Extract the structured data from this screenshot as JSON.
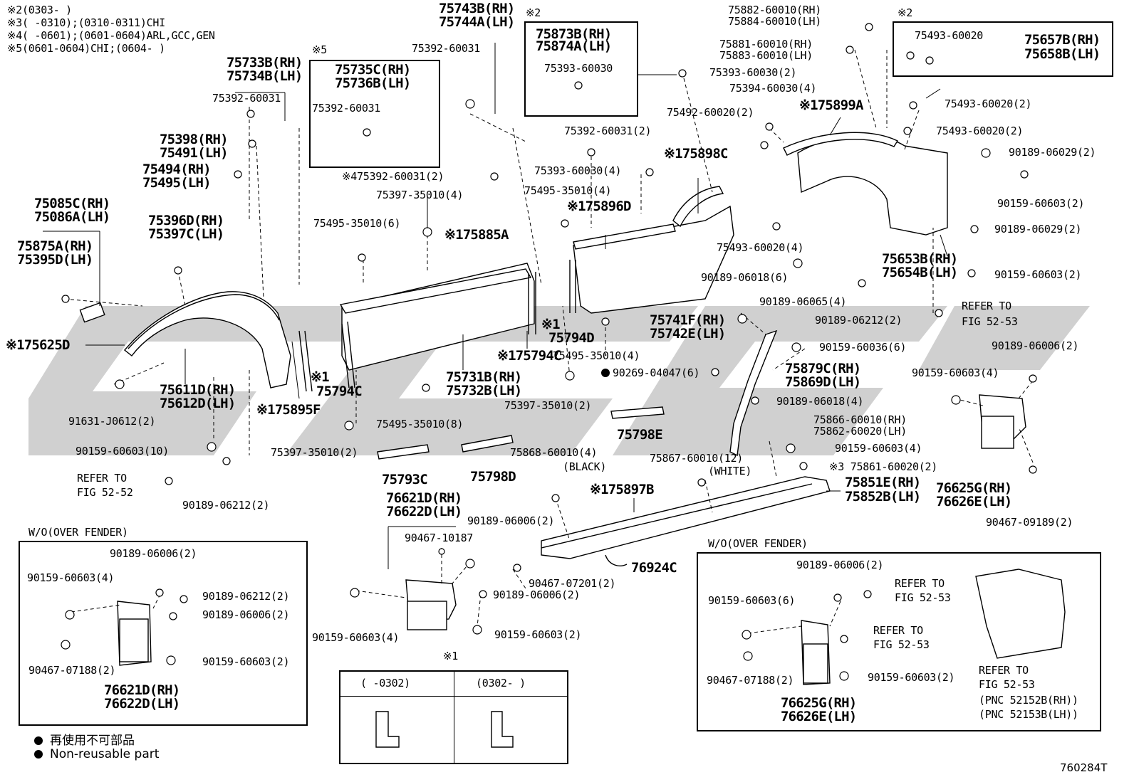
{
  "header_notes": [
    "※2(0303-      )",
    "※3(     -0310);(0310-0311)CHI",
    "※4(     -0601);(0601-0604)ARL,GCC,GEN",
    "※5(0601-0604)CHI;(0604-     )"
  ],
  "inset_boxes": {
    "box5": {
      "tag": "※5"
    },
    "box2a": {
      "tag": "※2"
    },
    "box2b": {
      "tag": "※2"
    },
    "box1": {
      "tag": "※1",
      "left_header": "(     -0302)",
      "right_header": "(0302-     )"
    },
    "wo_left": {
      "title": "W/O(OVER FENDER)"
    },
    "wo_right": {
      "title": "W/O(OVER FENDER)"
    }
  },
  "labels": [
    {
      "id": "l1",
      "text": "75733B(RH)",
      "big": true
    },
    {
      "id": "l2",
      "text": "75734B(LH)",
      "big": true
    },
    {
      "id": "l3",
      "text": "75392-60031"
    },
    {
      "id": "l4",
      "text": "75398(RH)",
      "big": true
    },
    {
      "id": "l5",
      "text": "75491(LH)",
      "big": true
    },
    {
      "id": "l6",
      "text": "75494(RH)",
      "big": true
    },
    {
      "id": "l7",
      "text": "75495(LH)",
      "big": true
    },
    {
      "id": "l8",
      "text": "75085C(RH)",
      "big": true
    },
    {
      "id": "l9",
      "text": "75086A(LH)",
      "big": true
    },
    {
      "id": "l10",
      "text": "75875A(RH)",
      "big": true
    },
    {
      "id": "l11",
      "text": "75395D(LH)",
      "big": true
    },
    {
      "id": "l12",
      "text": "75396D(RH)",
      "big": true
    },
    {
      "id": "l13",
      "text": "75397C(LH)",
      "big": true
    },
    {
      "id": "l14",
      "text": "※175625D",
      "big": true
    },
    {
      "id": "l15",
      "text": "91631-J0612(2)"
    },
    {
      "id": "l16",
      "text": "75611D(RH)",
      "big": true
    },
    {
      "id": "l17",
      "text": "75612D(LH)",
      "big": true
    },
    {
      "id": "l18",
      "text": "※175895F",
      "big": true
    },
    {
      "id": "l19",
      "text": "90159-60603(10)"
    },
    {
      "id": "l20",
      "text": "REFER TO"
    },
    {
      "id": "l21",
      "text": "FIG 52-52"
    },
    {
      "id": "l22",
      "text": "90189-06212(2)"
    },
    {
      "id": "l23",
      "text": "75735C(RH)",
      "big": true
    },
    {
      "id": "l24",
      "text": "75736B(LH)",
      "big": true
    },
    {
      "id": "l25",
      "text": "75392-60031"
    },
    {
      "id": "l26",
      "text": "75743B(RH)",
      "big": true
    },
    {
      "id": "l27",
      "text": "75744A(LH)",
      "big": true
    },
    {
      "id": "l28",
      "text": "75392-60031"
    },
    {
      "id": "l29",
      "text": "※475392-60031(2)"
    },
    {
      "id": "l30",
      "text": "75397-35010(4)"
    },
    {
      "id": "l31",
      "text": "75495-35010(6)"
    },
    {
      "id": "l32",
      "text": "※175885A",
      "big": true
    },
    {
      "id": "l33",
      "text": "※1",
      "big": true
    },
    {
      "id": "l34",
      "text": "75794C",
      "big": true
    },
    {
      "id": "l35",
      "text": "75731B(RH)",
      "big": true
    },
    {
      "id": "l36",
      "text": "75732B(LH)",
      "big": true
    },
    {
      "id": "l37",
      "text": "75495-35010(8)"
    },
    {
      "id": "l38",
      "text": "75397-35010(2)"
    },
    {
      "id": "l39",
      "text": "75793C",
      "big": true
    },
    {
      "id": "l40",
      "text": "75798D",
      "big": true
    },
    {
      "id": "l41",
      "text": "76621D(RH)",
      "big": true
    },
    {
      "id": "l42",
      "text": "76622D(LH)",
      "big": true
    },
    {
      "id": "l43",
      "text": "90467-10187"
    },
    {
      "id": "l44",
      "text": "90189-06006(2)"
    },
    {
      "id": "l45",
      "text": "90467-07201(2)"
    },
    {
      "id": "l46",
      "text": "90189-06006(2)"
    },
    {
      "id": "l47",
      "text": "90159-60603(2)"
    },
    {
      "id": "l48",
      "text": "90159-60603(4)"
    },
    {
      "id": "l49",
      "text": "75873B(RH)",
      "big": true
    },
    {
      "id": "l50",
      "text": "75874A(LH)",
      "big": true
    },
    {
      "id": "l51",
      "text": "75393-60030"
    },
    {
      "id": "l52",
      "text": "75392-60031(2)"
    },
    {
      "id": "l53",
      "text": "75393-60030(4)"
    },
    {
      "id": "l54",
      "text": "75495-35010(4)"
    },
    {
      "id": "l55",
      "text": "※175896D",
      "big": true
    },
    {
      "id": "l56",
      "text": "※1",
      "big": true
    },
    {
      "id": "l57",
      "text": "75794D",
      "big": true
    },
    {
      "id": "l58",
      "text": "75495-35010(4)"
    },
    {
      "id": "l59",
      "text": "※175794C",
      "big": true
    },
    {
      "id": "l60",
      "text": "75397-35010(2)"
    },
    {
      "id": "l61",
      "text": "90269-04047(6)"
    },
    {
      "id": "l62",
      "text": "75798E",
      "big": true
    },
    {
      "id": "l63",
      "text": "75868-60010(4)"
    },
    {
      "id": "l64",
      "text": "(BLACK)"
    },
    {
      "id": "l65",
      "text": "※175897B",
      "big": true
    },
    {
      "id": "l66",
      "text": "76924C",
      "big": true
    },
    {
      "id": "l67",
      "text": "75882-60010(RH)"
    },
    {
      "id": "l68",
      "text": "75884-60010(LH)"
    },
    {
      "id": "l69",
      "text": "75881-60010(RH)"
    },
    {
      "id": "l70",
      "text": "75883-60010(LH)"
    },
    {
      "id": "l71",
      "text": "75393-60030(2)"
    },
    {
      "id": "l72",
      "text": "75394-60030(4)"
    },
    {
      "id": "l73",
      "text": "75492-60020(2)"
    },
    {
      "id": "l74",
      "text": "※175899A",
      "big": true
    },
    {
      "id": "l75",
      "text": "※175898C",
      "big": true
    },
    {
      "id": "l76",
      "text": "75493-60020(4)"
    },
    {
      "id": "l77",
      "text": "90189-06018(6)"
    },
    {
      "id": "l78",
      "text": "90189-06065(4)"
    },
    {
      "id": "l79",
      "text": "90189-06212(2)"
    },
    {
      "id": "l80",
      "text": "75741F(RH)",
      "big": true
    },
    {
      "id": "l81",
      "text": "75742E(LH)",
      "big": true
    },
    {
      "id": "l82",
      "text": "90159-60036(6)"
    },
    {
      "id": "l83",
      "text": "75879C(RH)",
      "big": true
    },
    {
      "id": "l84",
      "text": "75869D(LH)",
      "big": true
    },
    {
      "id": "l85",
      "text": "90189-06018(4)"
    },
    {
      "id": "l86",
      "text": "75866-60010(RH)"
    },
    {
      "id": "l87",
      "text": "75862-60020(LH)"
    },
    {
      "id": "l88",
      "text": "90159-60603(4)"
    },
    {
      "id": "l89",
      "text": "75867-60010(12)"
    },
    {
      "id": "l90",
      "text": "(WHITE)"
    },
    {
      "id": "l91",
      "text": "※3 75861-60020(2)"
    },
    {
      "id": "l92",
      "text": "75851E(RH)",
      "big": true
    },
    {
      "id": "l93",
      "text": "75852B(LH)",
      "big": true
    },
    {
      "id": "l94",
      "text": "75493-60020"
    },
    {
      "id": "l95",
      "text": "75657B(RH)",
      "big": true
    },
    {
      "id": "l96",
      "text": "75658B(LH)",
      "big": true
    },
    {
      "id": "l97",
      "text": "75493-60020(2)"
    },
    {
      "id": "l98",
      "text": "75493-60020(2)"
    },
    {
      "id": "l99",
      "text": "90189-06029(2)"
    },
    {
      "id": "l100",
      "text": "90159-60603(2)"
    },
    {
      "id": "l101",
      "text": "90189-06029(2)"
    },
    {
      "id": "l102",
      "text": "75653B(RH)",
      "big": true
    },
    {
      "id": "l103",
      "text": "75654B(LH)",
      "big": true
    },
    {
      "id": "l104",
      "text": "90159-60603(2)"
    },
    {
      "id": "l105",
      "text": "REFER TO"
    },
    {
      "id": "l106",
      "text": "FIG 52-53"
    },
    {
      "id": "l107",
      "text": "90189-06006(2)"
    },
    {
      "id": "l108",
      "text": "90159-60603(4)"
    },
    {
      "id": "l109",
      "text": "76625G(RH)",
      "big": true
    },
    {
      "id": "l110",
      "text": "76626E(LH)",
      "big": true
    },
    {
      "id": "l111",
      "text": "90467-09189(2)"
    },
    {
      "id": "l112",
      "text": "90189-06006(2)"
    },
    {
      "id": "l113",
      "text": "90159-60603(4)"
    },
    {
      "id": "l114",
      "text": "90189-06212(2)"
    },
    {
      "id": "l115",
      "text": "90189-06006(2)"
    },
    {
      "id": "l116",
      "text": "90159-60603(2)"
    },
    {
      "id": "l117",
      "text": "90467-07188(2)"
    },
    {
      "id": "l118",
      "text": "76621D(RH)",
      "big": true
    },
    {
      "id": "l119",
      "text": "76622D(LH)",
      "big": true
    },
    {
      "id": "l120",
      "text": "90189-06006(2)"
    },
    {
      "id": "l121",
      "text": "90159-60603(6)"
    },
    {
      "id": "l122",
      "text": "REFER TO"
    },
    {
      "id": "l123",
      "text": "FIG 52-53"
    },
    {
      "id": "l124",
      "text": "REFER TO"
    },
    {
      "id": "l125",
      "text": "FIG 52-53"
    },
    {
      "id": "l126",
      "text": "90159-60603(2)"
    },
    {
      "id": "l127",
      "text": "90467-07188(2)"
    },
    {
      "id": "l128",
      "text": "76625G(RH)",
      "big": true
    },
    {
      "id": "l129",
      "text": "76626E(LH)",
      "big": true
    },
    {
      "id": "l130",
      "text": "REFER TO"
    },
    {
      "id": "l131",
      "text": "FIG 52-53"
    },
    {
      "id": "l132",
      "text": "(PNC 52152B(RH))"
    },
    {
      "id": "l133",
      "text": "(PNC 52153B(LH))"
    }
  ],
  "legend": {
    "line1": "再使用不可部品",
    "line2": "Non-reusable part"
  },
  "footer_code": "760284T",
  "colors": {
    "ink": "#000000",
    "watermark": "#c8c8c8"
  }
}
